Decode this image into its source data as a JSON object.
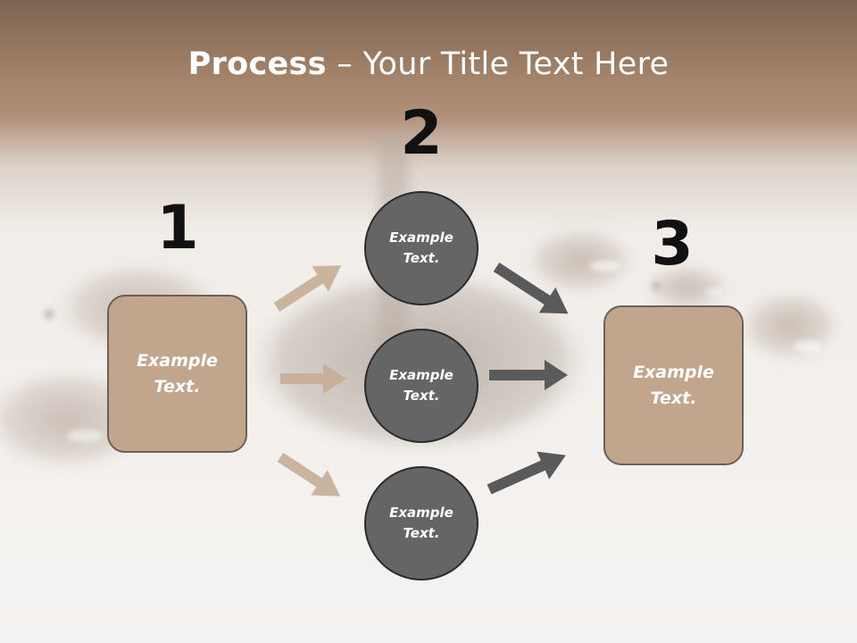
{
  "title": {
    "bold": "Process",
    "separator": " – ",
    "rest": "Your Title Text Here"
  },
  "steps": [
    {
      "number": "1"
    },
    {
      "number": "2"
    },
    {
      "number": "3"
    }
  ],
  "left_box": {
    "text": "Example Text."
  },
  "right_box": {
    "text": "Example Text."
  },
  "circles": [
    {
      "text": "Example Text."
    },
    {
      "text": "Example Text."
    },
    {
      "text": "Example Text."
    }
  ],
  "colors": {
    "header_band": "#9a7a60",
    "box_fill": "#c1a68d",
    "box_border": "#6d6058",
    "circle_fill": "#656565",
    "circle_border": "#2b2b2b",
    "tan_arrow": "#c7ad96",
    "gray_arrow": "#5a5a5a",
    "number_color": "#111111",
    "text_on_shape": "#ffffff"
  }
}
